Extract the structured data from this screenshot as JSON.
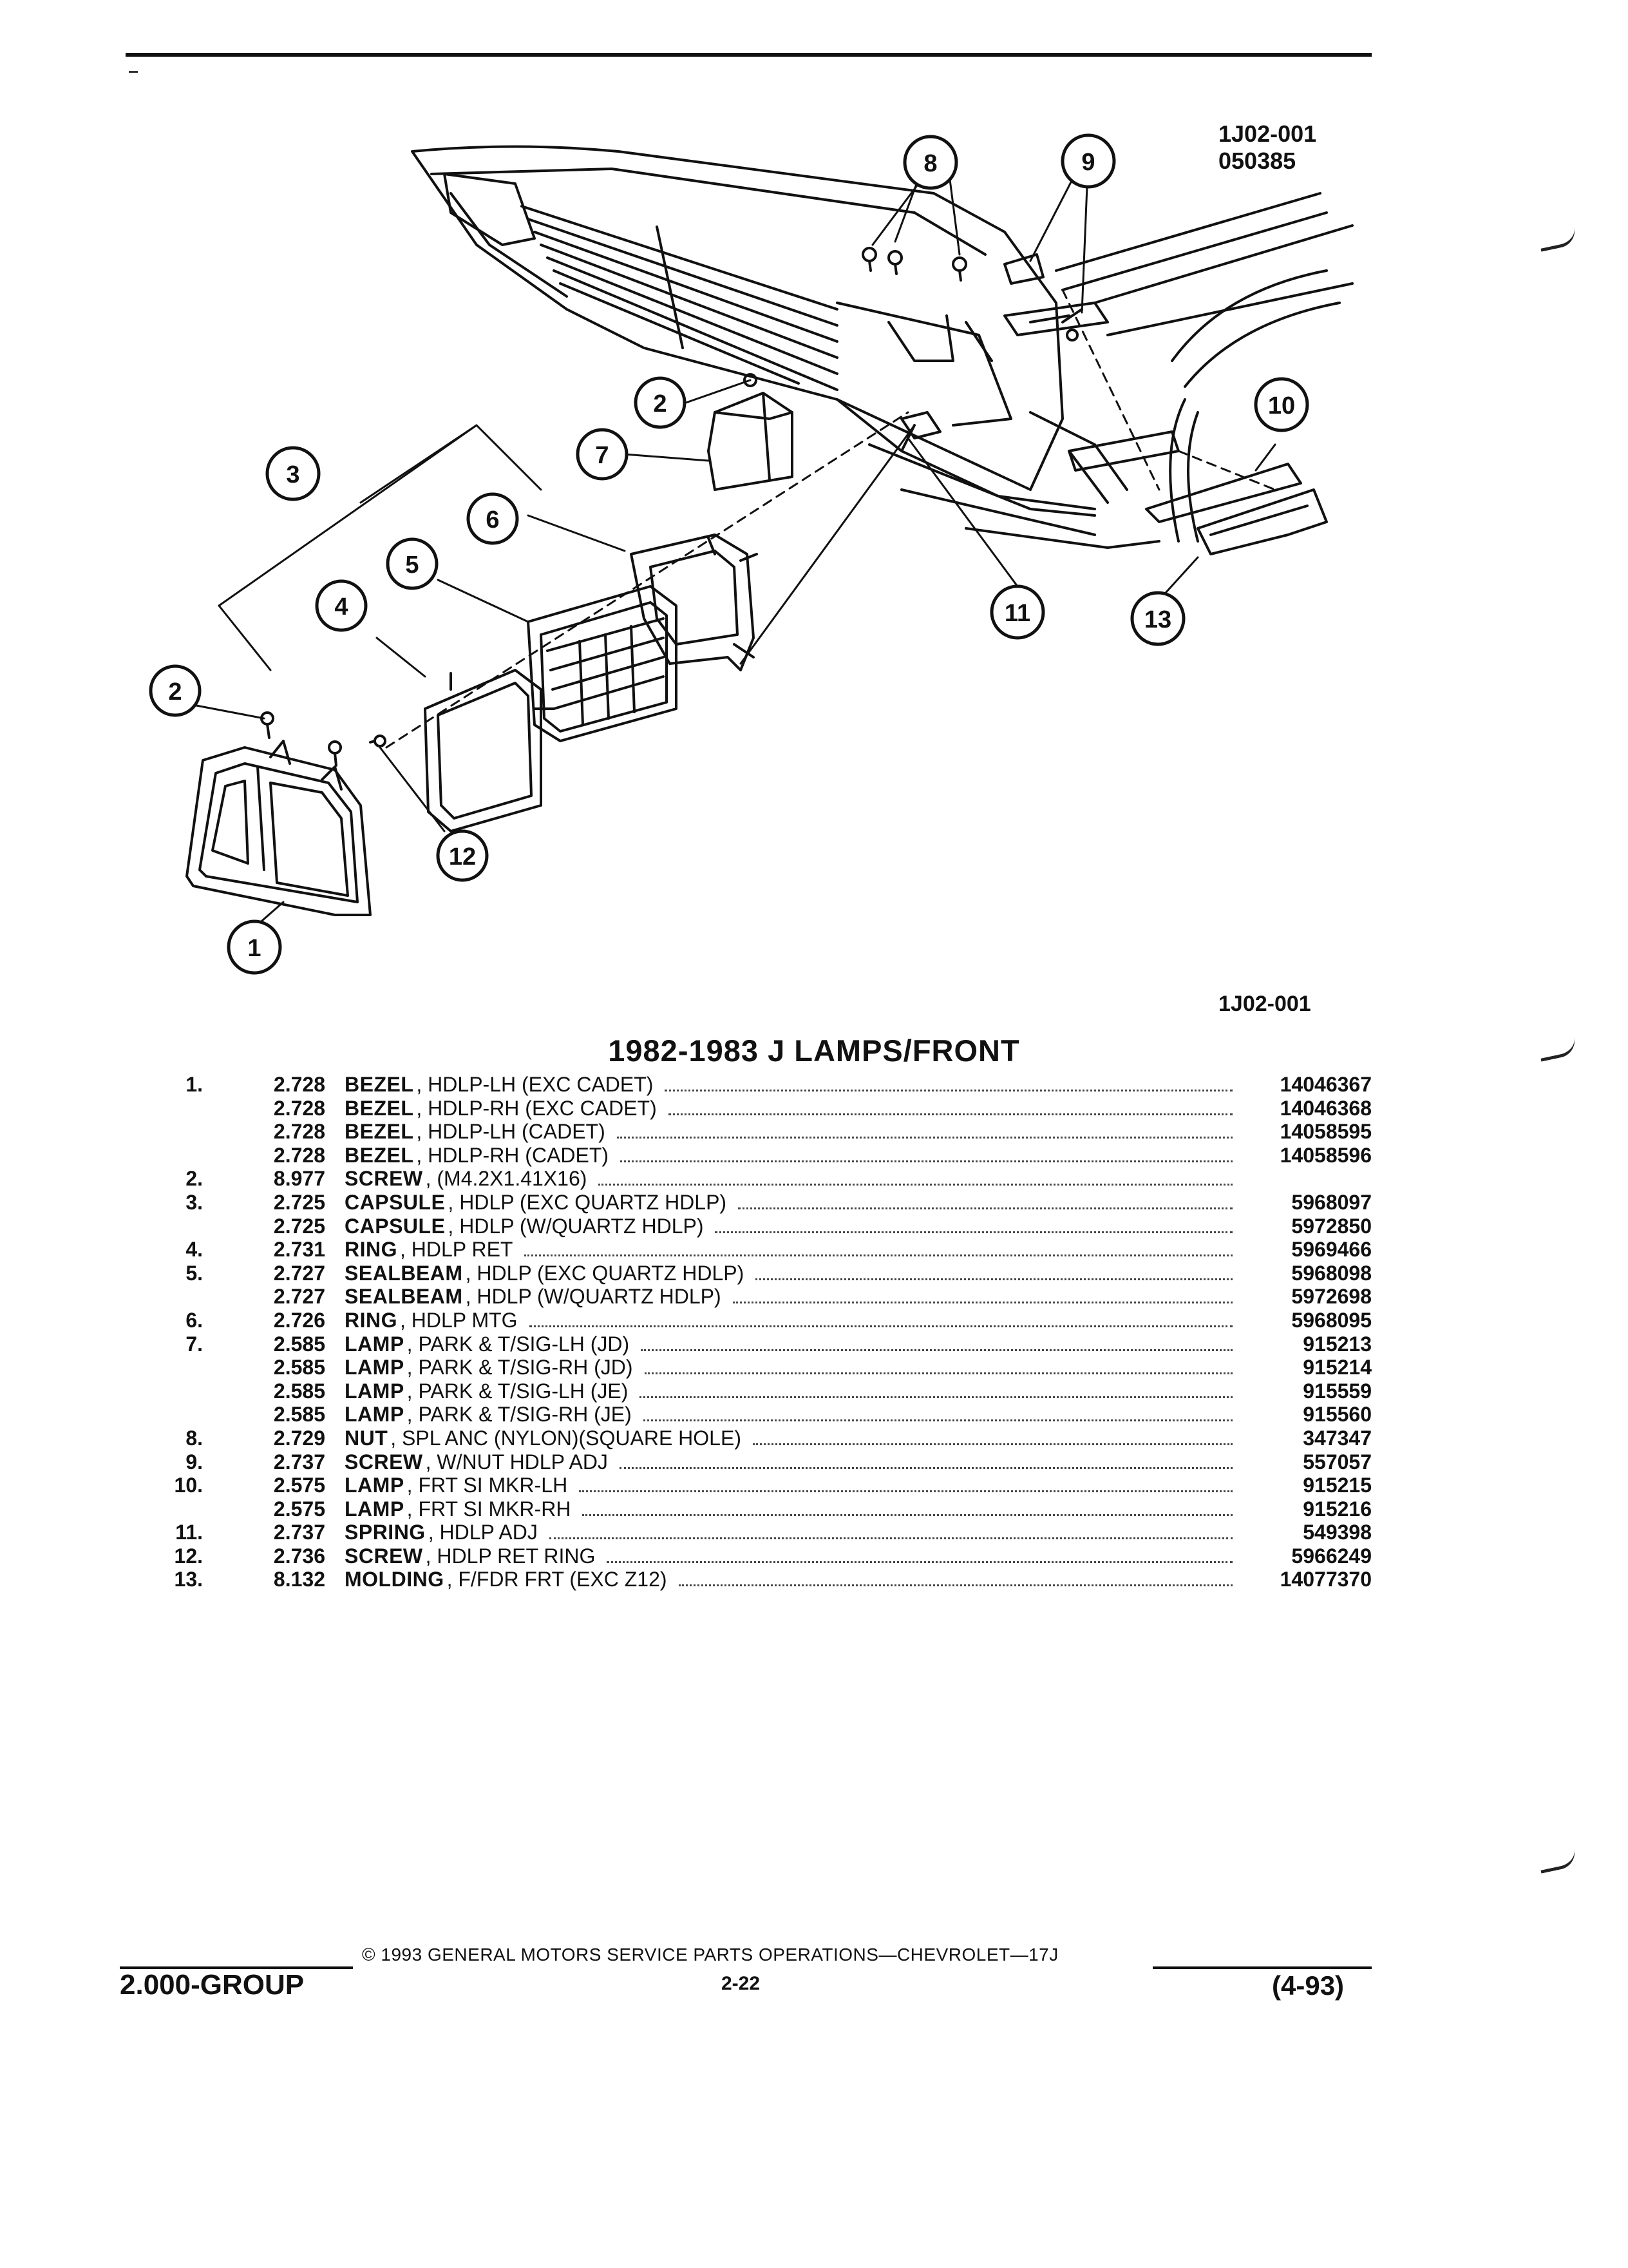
{
  "figure": {
    "code_top": "1J02-001",
    "code_sub": "050385",
    "code_bottom": "1J02-001"
  },
  "callouts": [
    "1",
    "2",
    "2",
    "3",
    "4",
    "5",
    "6",
    "7",
    "8",
    "9",
    "10",
    "11",
    "12",
    "13"
  ],
  "section_title": "1982-1983 J LAMPS/FRONT",
  "parts": [
    {
      "item": "1.",
      "group": "2.728",
      "noun": "BEZEL",
      "qualifier": ", HDLP-LH (EXC CADET)",
      "part_no": "14046367"
    },
    {
      "item": "",
      "group": "2.728",
      "noun": "BEZEL",
      "qualifier": ", HDLP-RH (EXC CADET)",
      "part_no": "14046368"
    },
    {
      "item": "",
      "group": "2.728",
      "noun": "BEZEL",
      "qualifier": ", HDLP-LH (CADET)",
      "part_no": "14058595"
    },
    {
      "item": "",
      "group": "2.728",
      "noun": "BEZEL",
      "qualifier": ", HDLP-RH (CADET)",
      "part_no": "14058596"
    },
    {
      "item": "2.",
      "group": "8.977",
      "noun": "SCREW",
      "qualifier": ", (M4.2X1.41X16)",
      "part_no": ""
    },
    {
      "item": "3.",
      "group": "2.725",
      "noun": "CAPSULE",
      "qualifier": ", HDLP (EXC QUARTZ HDLP)",
      "part_no": "5968097"
    },
    {
      "item": "",
      "group": "2.725",
      "noun": "CAPSULE",
      "qualifier": ", HDLP (W/QUARTZ HDLP)",
      "part_no": "5972850"
    },
    {
      "item": "4.",
      "group": "2.731",
      "noun": "RING",
      "qualifier": ", HDLP RET",
      "part_no": "5969466"
    },
    {
      "item": "5.",
      "group": "2.727",
      "noun": "SEALBEAM",
      "qualifier": ", HDLP (EXC QUARTZ HDLP)",
      "part_no": "5968098"
    },
    {
      "item": "",
      "group": "2.727",
      "noun": "SEALBEAM",
      "qualifier": ", HDLP (W/QUARTZ HDLP)",
      "part_no": "5972698"
    },
    {
      "item": "6.",
      "group": "2.726",
      "noun": "RING",
      "qualifier": ", HDLP MTG",
      "part_no": "5968095"
    },
    {
      "item": "7.",
      "group": "2.585",
      "noun": "LAMP",
      "qualifier": ", PARK & T/SIG-LH (JD)",
      "part_no": "915213"
    },
    {
      "item": "",
      "group": "2.585",
      "noun": "LAMP",
      "qualifier": ", PARK & T/SIG-RH (JD)",
      "part_no": "915214"
    },
    {
      "item": "",
      "group": "2.585",
      "noun": "LAMP",
      "qualifier": ", PARK & T/SIG-LH (JE)",
      "part_no": "915559"
    },
    {
      "item": "",
      "group": "2.585",
      "noun": "LAMP",
      "qualifier": ", PARK & T/SIG-RH (JE)",
      "part_no": "915560"
    },
    {
      "item": "8.",
      "group": "2.729",
      "noun": "NUT",
      "qualifier": ", SPL ANC (NYLON)(SQUARE HOLE)",
      "part_no": "347347"
    },
    {
      "item": "9.",
      "group": "2.737",
      "noun": "SCREW",
      "qualifier": ", W/NUT HDLP ADJ",
      "part_no": "557057"
    },
    {
      "item": "10.",
      "group": "2.575",
      "noun": "LAMP",
      "qualifier": ", FRT SI MKR-LH",
      "part_no": "915215"
    },
    {
      "item": "",
      "group": "2.575",
      "noun": "LAMP",
      "qualifier": ", FRT SI MKR-RH",
      "part_no": "915216"
    },
    {
      "item": "11.",
      "group": "2.737",
      "noun": "SPRING",
      "qualifier": ", HDLP ADJ",
      "part_no": "549398"
    },
    {
      "item": "12.",
      "group": "2.736",
      "noun": "SCREW",
      "qualifier": ", HDLP RET RING",
      "part_no": "5966249"
    },
    {
      "item": "13.",
      "group": "8.132",
      "noun": "MOLDING",
      "qualifier": ", F/FDR FRT (EXC Z12)",
      "part_no": "14077370"
    }
  ],
  "footer": {
    "copyright": "© 1993 GENERAL MOTORS SERVICE PARTS OPERATIONS—CHEVROLET—17J",
    "group": "2.000-GROUP",
    "page": "2-22",
    "date": "(4-93)"
  }
}
